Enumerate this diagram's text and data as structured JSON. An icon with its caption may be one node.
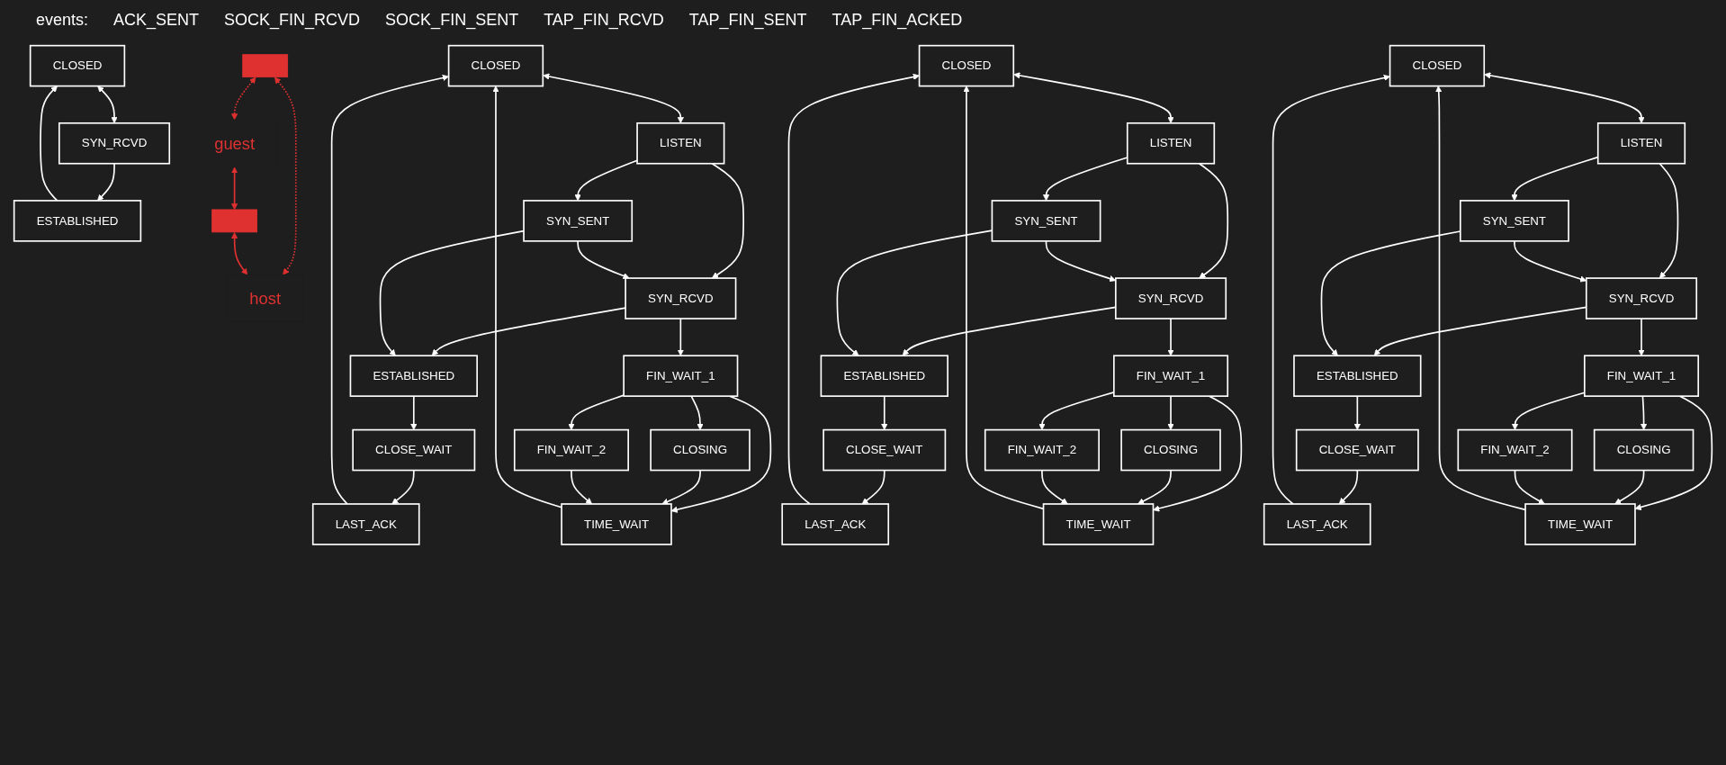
{
  "diagram": {
    "nodes": [
      {
        "text": [],
        "shape": "bar"
      },
      {
        "text": [
          "CLOSED"
        ]
      },
      {
        "text": [
          "SYN_RCVD"
        ]
      },
      {
        "text": [
          "ESTABLISHED"
        ]
      },
      {
        "text": [
          "guest"
        ]
      },
      {
        "text": [],
        "shape": "bar"
      },
      {
        "text": [
          "host"
        ]
      },
      {
        "text": [
          "CLOSED"
        ]
      },
      {
        "text": [
          "LISTEN"
        ]
      },
      {
        "text": [
          "SYN_RCVD"
        ]
      },
      {
        "text": [
          "SYN_SENT"
        ]
      },
      {
        "text": [
          "ESTABLISHED"
        ]
      },
      {
        "text": [
          "CLOSE_WAIT"
        ]
      },
      {
        "text": [
          "FIN_WAIT_1"
        ]
      },
      {
        "text": [
          "CLOSING"
        ]
      },
      {
        "text": [
          "LAST_ACK"
        ]
      },
      {
        "text": [
          "FIN_WAIT_2"
        ]
      },
      {
        "text": [
          "TIME_WAIT"
        ]
      },
      {
        "text": [
          "CLOSED"
        ]
      },
      {
        "text": [
          "LISTEN"
        ]
      },
      {
        "text": [
          "SYN_RCVD"
        ]
      },
      {
        "text": [
          "SYN_SENT"
        ]
      },
      {
        "text": [
          "ESTABLISHED"
        ]
      },
      {
        "text": [
          "CLOSE_WAIT"
        ]
      },
      {
        "text": [
          "FIN_WAIT_1"
        ]
      },
      {
        "text": [
          "CLOSING"
        ]
      },
      {
        "text": [
          "LAST_ACK"
        ]
      },
      {
        "text": [
          "FIN_WAIT_2"
        ]
      },
      {
        "text": [
          "TIME_WAIT"
        ]
      },
      {
        "text": [
          "CLOSED"
        ]
      },
      {
        "text": [
          "LISTEN"
        ]
      },
      {
        "text": [
          "SYN_RCVD"
        ]
      },
      {
        "text": [
          "SYN_SENT"
        ]
      },
      {
        "text": [
          "ESTABLISHED"
        ]
      },
      {
        "text": [
          "CLOSE_WAIT"
        ]
      },
      {
        "text": [
          "FIN_WAIT_1"
        ]
      },
      {
        "text": [
          "CLOSING"
        ]
      },
      {
        "text": [
          "LAST_ACK"
        ]
      },
      {
        "text": [
          "FIN_WAIT_2"
        ]
      },
      {
        "text": [
          "TIME_WAIT"
        ]
      }
    ],
    "edges": [
      {
        "from": 1,
        "to": 2,
        "arrow": "both"
      },
      {
        "from": 2,
        "to": 3,
        "arrow": "to"
      },
      {
        "from": 3,
        "to": 1,
        "arrow": "to"
      },
      {
        "from": 0,
        "to": 4,
        "arrow": "both",
        "style": "dashed",
        "color": "#e03131"
      },
      {
        "from": 0,
        "to": 6,
        "arrow": "both",
        "style": "dashed",
        "color": "#e03131"
      },
      {
        "from": 4,
        "to": 5,
        "arrow": "both",
        "color": "#e03131"
      },
      {
        "from": 5,
        "to": 6,
        "arrow": "both",
        "color": "#e03131"
      },
      {
        "from": 7,
        "to": 8,
        "arrow": "both"
      },
      {
        "from": 8,
        "to": 9,
        "arrow": "to"
      },
      {
        "from": 8,
        "to": 10,
        "arrow": "to"
      },
      {
        "from": 10,
        "to": 9,
        "arrow": "to"
      },
      {
        "from": 9,
        "to": 11,
        "arrow": "to"
      },
      {
        "from": 10,
        "to": 11,
        "arrow": "to"
      },
      {
        "from": 11,
        "to": 12,
        "arrow": "to"
      },
      {
        "from": 9,
        "to": 13,
        "arrow": "to"
      },
      {
        "from": 12,
        "to": 15,
        "arrow": "to"
      },
      {
        "from": 13,
        "to": 14,
        "arrow": "to"
      },
      {
        "from": 13,
        "to": 16,
        "arrow": "to"
      },
      {
        "from": 13,
        "to": 17,
        "arrow": "to"
      },
      {
        "from": 14,
        "to": 17,
        "arrow": "to"
      },
      {
        "from": 16,
        "to": 17,
        "arrow": "to"
      },
      {
        "from": 15,
        "to": 7,
        "arrow": "to"
      },
      {
        "from": 17,
        "to": 7,
        "arrow": "to"
      },
      {
        "from": 18,
        "to": 19,
        "arrow": "both"
      },
      {
        "from": 19,
        "to": 20,
        "arrow": "to"
      },
      {
        "from": 19,
        "to": 21,
        "arrow": "to"
      },
      {
        "from": 21,
        "to": 20,
        "arrow": "to"
      },
      {
        "from": 20,
        "to": 22,
        "arrow": "to"
      },
      {
        "from": 21,
        "to": 22,
        "arrow": "to"
      },
      {
        "from": 22,
        "to": 23,
        "arrow": "to"
      },
      {
        "from": 20,
        "to": 24,
        "arrow": "to"
      },
      {
        "from": 23,
        "to": 26,
        "arrow": "to"
      },
      {
        "from": 24,
        "to": 25,
        "arrow": "to"
      },
      {
        "from": 24,
        "to": 27,
        "arrow": "to"
      },
      {
        "from": 24,
        "to": 28,
        "arrow": "to"
      },
      {
        "from": 25,
        "to": 28,
        "arrow": "to"
      },
      {
        "from": 27,
        "to": 28,
        "arrow": "to"
      },
      {
        "from": 26,
        "to": 18,
        "arrow": "to"
      },
      {
        "from": 28,
        "to": 18,
        "arrow": "to"
      },
      {
        "from": 29,
        "to": 30,
        "arrow": "both"
      },
      {
        "from": 30,
        "to": 31,
        "arrow": "to"
      },
      {
        "from": 30,
        "to": 32,
        "arrow": "to"
      },
      {
        "from": 32,
        "to": 31,
        "arrow": "to"
      },
      {
        "from": 31,
        "to": 33,
        "arrow": "to"
      },
      {
        "from": 32,
        "to": 33,
        "arrow": "to"
      },
      {
        "from": 33,
        "to": 34,
        "arrow": "to"
      },
      {
        "from": 31,
        "to": 35,
        "arrow": "to"
      },
      {
        "from": 34,
        "to": 37,
        "arrow": "to"
      },
      {
        "from": 35,
        "to": 36,
        "arrow": "to"
      },
      {
        "from": 35,
        "to": 38,
        "arrow": "to"
      },
      {
        "from": 35,
        "to": 39,
        "arrow": "to"
      },
      {
        "from": 36,
        "to": 39,
        "arrow": "to"
      },
      {
        "from": 38,
        "to": 39,
        "arrow": "to"
      },
      {
        "from": 37,
        "to": 29,
        "arrow": "to"
      },
      {
        "from": 39,
        "to": 29,
        "arrow": "to"
      }
    ],
    "labels": [
      "events:",
      "ACK_SENT",
      "SOCK_FIN_RCVD",
      "SOCK_FIN_SENT",
      "TAP_FIN_RCVD",
      "TAP_FIN_SENT",
      "TAP_FIN_ACKED"
    ]
  }
}
